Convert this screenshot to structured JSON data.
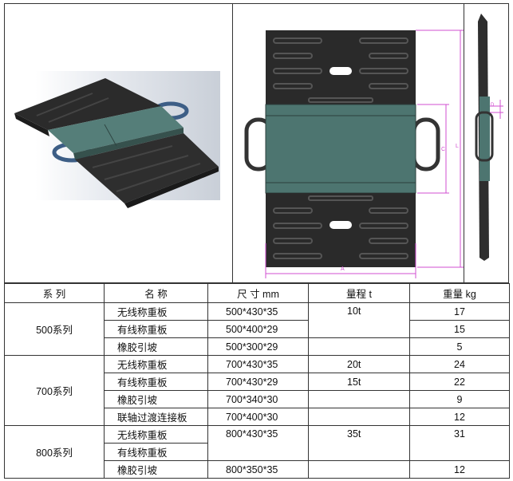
{
  "table": {
    "headers": [
      "系 列",
      "名 称",
      "尺 寸 mm",
      "量程 t",
      "重量 kg"
    ],
    "groups": [
      {
        "series": "500系列",
        "rows": [
          {
            "name": "无线称重板",
            "size": "500*430*35",
            "range": "10t",
            "weight": "17"
          },
          {
            "name": "有线称重板",
            "size": "500*400*29",
            "range": "",
            "weight": "15"
          },
          {
            "name": "橡胶引坡",
            "size": "500*300*29",
            "range": "",
            "weight": "5"
          }
        ]
      },
      {
        "series": "700系列",
        "rows": [
          {
            "name": "无线称重板",
            "size": "700*430*35",
            "range": "20t",
            "weight": "24"
          },
          {
            "name": "有线称重板",
            "size": "700*430*29",
            "range": "15t",
            "weight": "22"
          },
          {
            "name": "橡胶引坡",
            "size": "700*340*30",
            "range": "",
            "weight": "9"
          },
          {
            "name": "联轴过渡连接板",
            "size": "700*400*30",
            "range": "",
            "weight": "12"
          }
        ]
      },
      {
        "series": "800系列",
        "rows": [
          {
            "name": "无线称重板",
            "size": "800*430*35",
            "range": "35t",
            "weight": "31"
          },
          {
            "name": "有线称重板",
            "size": "",
            "range": "",
            "weight": ""
          },
          {
            "name": "橡胶引坡",
            "size": "800*350*35",
            "range": "",
            "weight": "12"
          }
        ]
      }
    ]
  },
  "drawing": {
    "dim_a": "A",
    "dim_c": "C",
    "dim_l": "L",
    "dim_d": "D"
  },
  "colors": {
    "rubber": "#2a2a2a",
    "plate": "#4d7570",
    "dimension": "#d04fd0"
  }
}
